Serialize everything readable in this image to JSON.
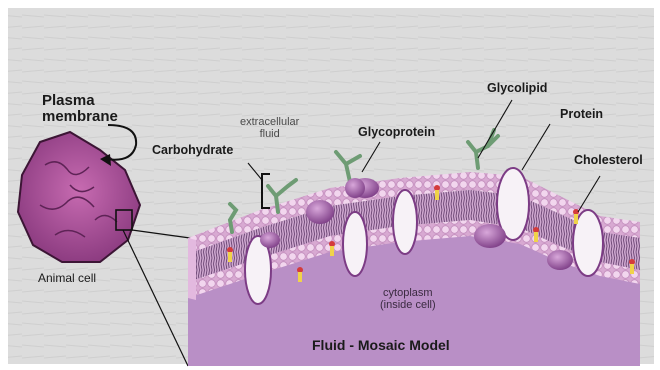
{
  "labels": {
    "plasma_membrane": "Plasma\nmembrane",
    "animal_cell": "Animal cell",
    "extracellular_fluid": "extracellular\nfluid",
    "carbohydrate": "Carbohydrate",
    "glycoprotein": "Glycoprotein",
    "glycolipid": "Glycolipid",
    "protein": "Protein",
    "cholesterol": "Cholesterol",
    "cytoplasm": "cytoplasm\n(inside cell)",
    "model_title": "Fluid - Mosaic Model"
  },
  "colors": {
    "background": "#dcdcdc",
    "cytoplasm": "#b98fc6",
    "cell_body": "#b0509a",
    "phospholipid_head": "#e7bfe2",
    "protein": "#8d4a93",
    "carbohydrate_chain": "#6e9c74",
    "cholesterol": "#f0d34a"
  }
}
